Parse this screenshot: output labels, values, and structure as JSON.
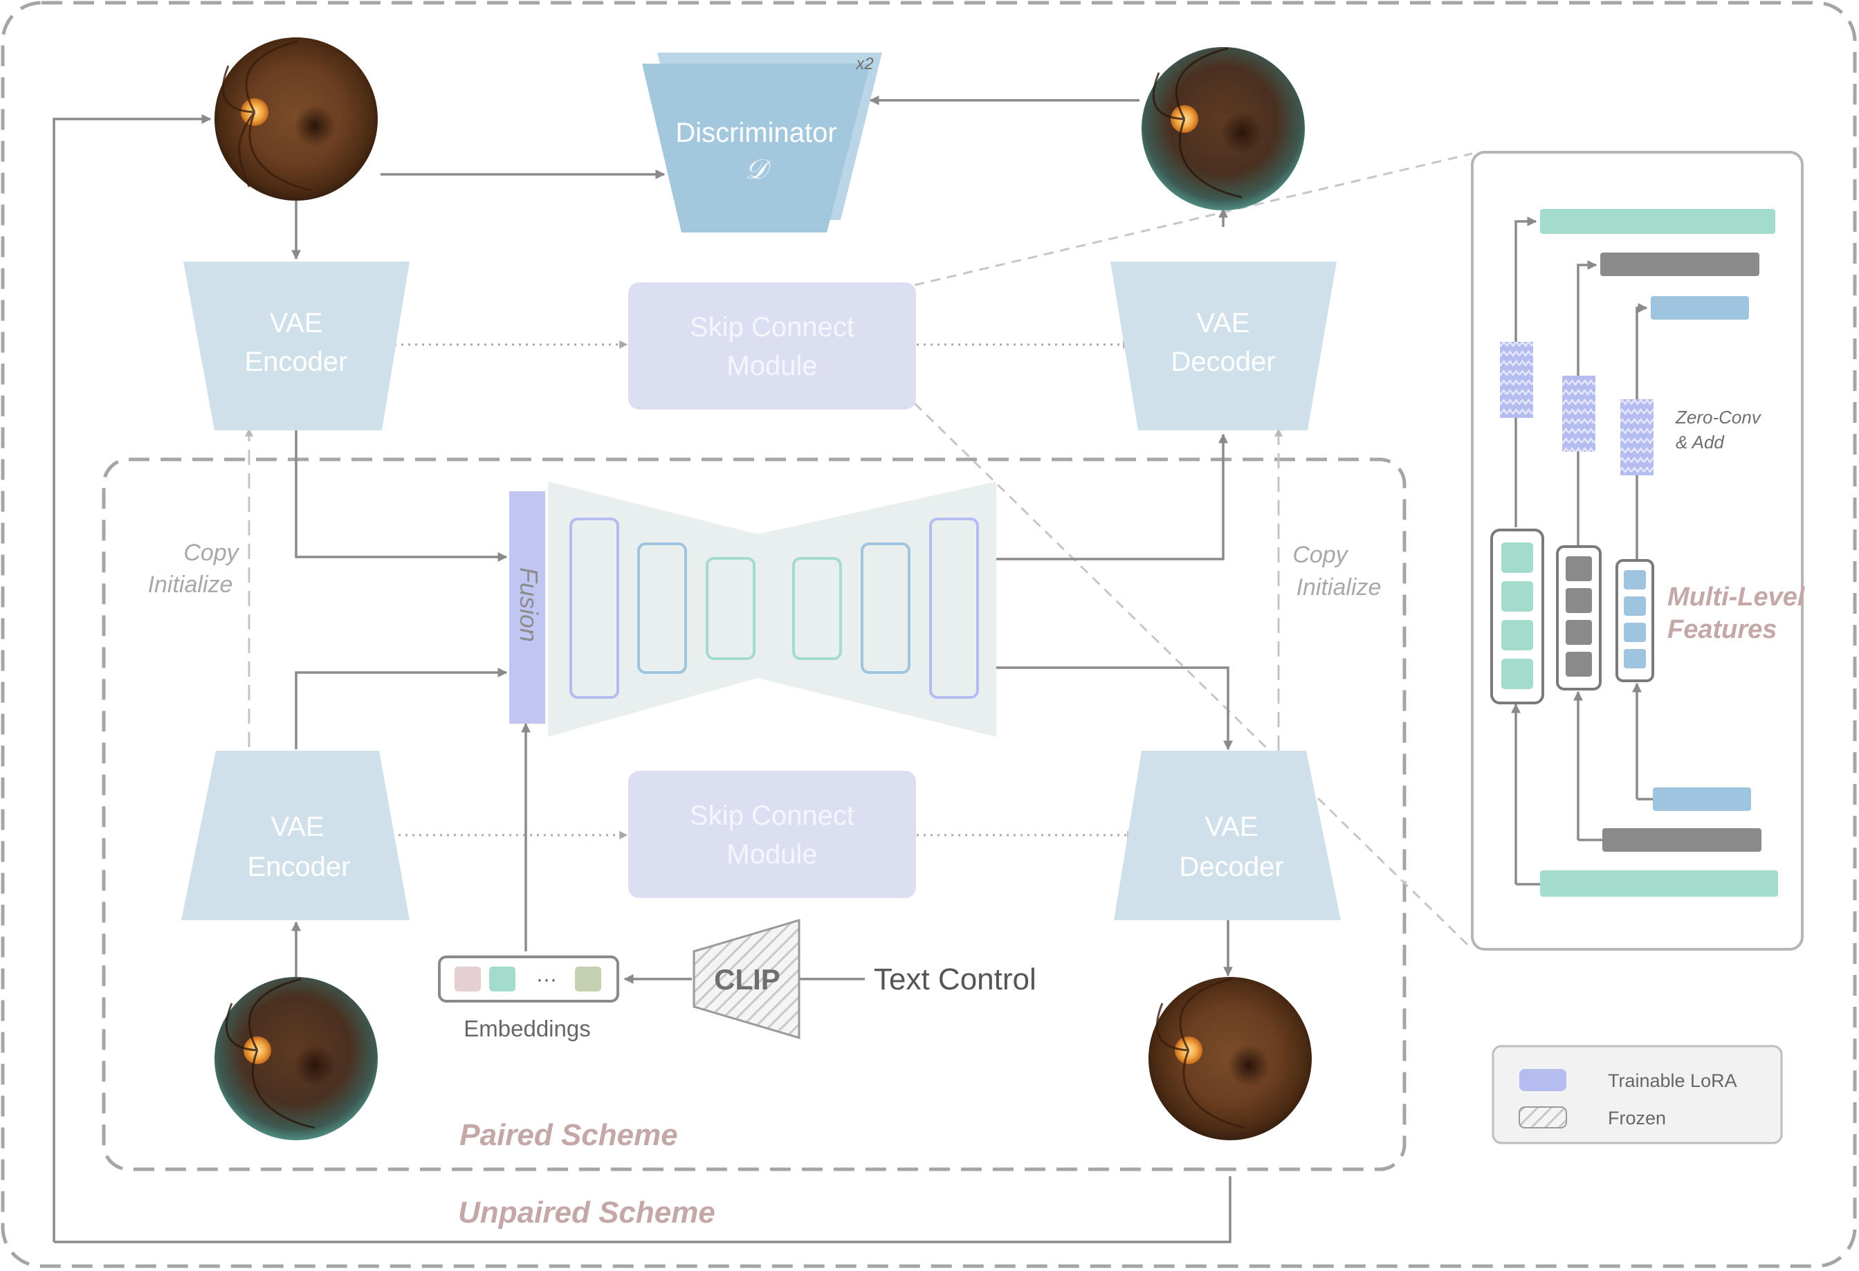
{
  "blocks": {
    "discriminator_title": "Discriminator",
    "discriminator_symbol": "𝒟",
    "discriminator_count": "x2",
    "vae_encoder_l1": "VAE",
    "vae_encoder_l2": "Encoder",
    "vae_decoder_l1": "VAE",
    "vae_decoder_l2": "Decoder",
    "skip_l1": "Skip Connect",
    "skip_l2": "Module",
    "fusion": "Fusion",
    "clip": "CLIP",
    "text_control": "Text Control",
    "embeddings": "Embeddings",
    "embeddings_ellipsis": "···"
  },
  "annotations": {
    "copy": "Copy",
    "initialize": "Initialize"
  },
  "schemes": {
    "paired": "Paired Scheme",
    "unpaired": "Unpaired Scheme"
  },
  "side_panel": {
    "zero_conv_l1": "Zero-Conv",
    "zero_conv_l2": "& Add",
    "multi_level_l1": "Multi-Level",
    "multi_level_l2": "Features"
  },
  "legend": {
    "trainable": "Trainable LoRA",
    "frozen": "Frozen"
  },
  "colors": {
    "vae_blue": "#cfe0ea",
    "skip_lavender": "#dcdff2",
    "discriminator_blue": "#a3c7dd",
    "lora_purple": "#b5bcef",
    "teal": "#a3dccd",
    "gray": "#8a8a8a",
    "light_blue": "#9fc4e0",
    "scheme_pink": "#c4a7a7"
  }
}
